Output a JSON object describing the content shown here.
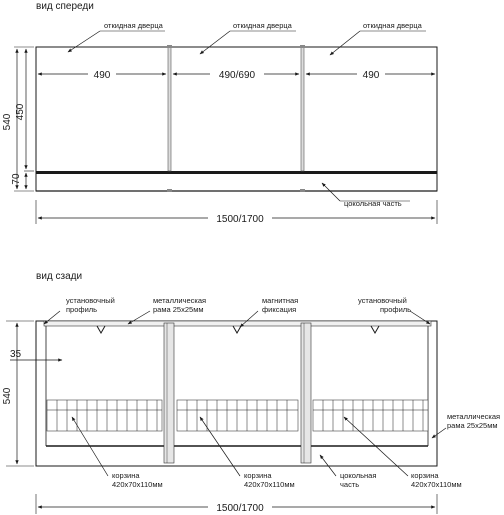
{
  "front_view": {
    "title": "вид спереди",
    "door_label_left": "откидная дверца",
    "door_label_center": "откидная дверца",
    "door_label_right": "откидная дверца",
    "width_left": "490",
    "width_center": "490/690",
    "width_right": "490",
    "height_total": "540",
    "height_doors": "450",
    "height_plinth": "70",
    "plinth_label": "цокольная часть",
    "total_width": "1500/1700"
  },
  "back_view": {
    "title": "вид сзади",
    "profile_left_line1": "установочный",
    "profile_left_line2": "профиль",
    "frame_top_line1": "металлическая",
    "frame_top_line2": "рама 25x25мм",
    "magnet_line1": "магнитная",
    "magnet_line2": "фиксация",
    "profile_right_line1": "установочный",
    "profile_right_line2": "профиль",
    "offset": "35",
    "height_total": "540",
    "frame_right_line1": "металлическая",
    "frame_right_line2": "рама 25x25мм",
    "basket_left_line1": "корзина",
    "basket_left_line2": "420x70x110мм",
    "basket_center_line1": "корзина",
    "basket_center_line2": "420x70x110мм",
    "plinth_line1": "цокольная",
    "plinth_line2": "часть",
    "basket_right_line1": "корзина",
    "basket_right_line2": "420x70x110мм",
    "total_width": "1500/1700"
  }
}
